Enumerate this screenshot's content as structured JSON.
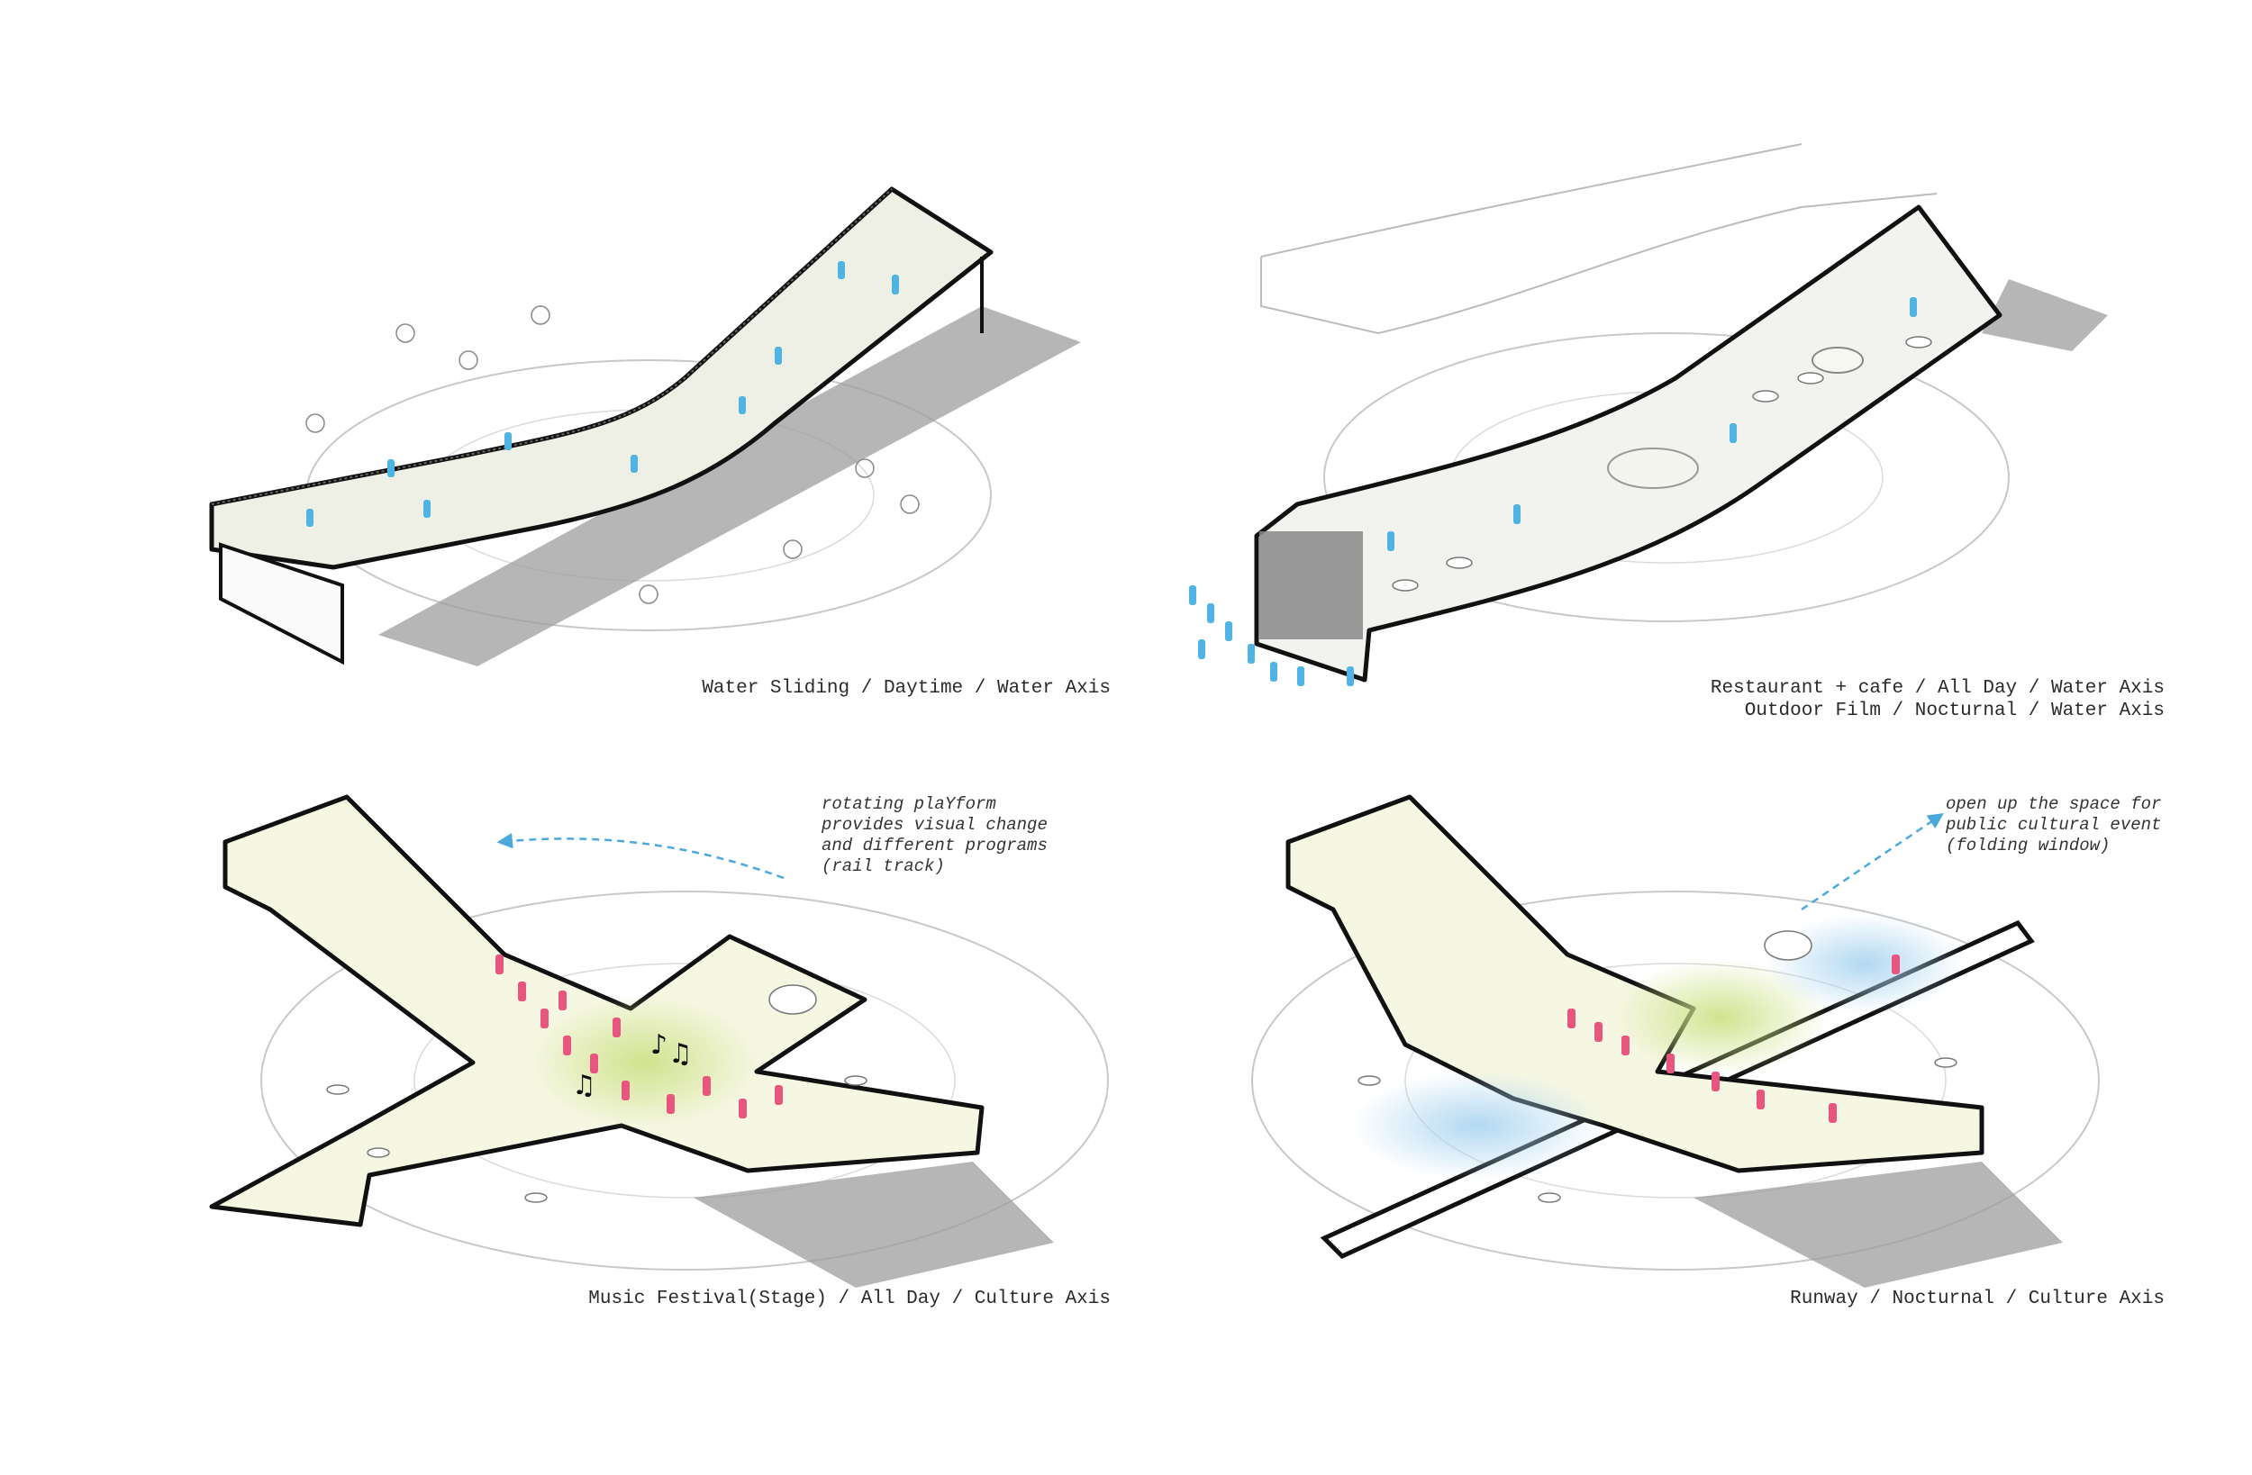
{
  "panels": [
    {
      "id": "water-sliding",
      "captions": [
        "Water Sliding / Daytime / Water Axis"
      ]
    },
    {
      "id": "restaurant-film",
      "captions": [
        "Restaurant + cafe / All Day / Water Axis",
        "Outdoor Film / Nocturnal / Water Axis"
      ]
    },
    {
      "id": "music-festival",
      "captions": [
        "Music Festival(Stage) / All Day / Culture Axis"
      ],
      "annotation": [
        "rotating plaYform",
        "provides visual change",
        "and different programs",
        "(rail track)"
      ]
    },
    {
      "id": "runway",
      "captions": [
        "Runway / Nocturnal / Culture Axis"
      ],
      "annotation": [
        "open up the space for",
        "public cultural event",
        "(folding window)"
      ]
    }
  ],
  "colors": {
    "line": "#111111",
    "light_line": "#bdbdbd",
    "deck": "#f1f3ea",
    "deck_glow": "#fbfce6",
    "shadow": "#9a9a9a",
    "water_figures": "#4fb3e3",
    "crowd_figures": "#e8567f",
    "stage_light": "#cfe28a",
    "blue_light": "#a9d4f0",
    "arrow": "#4aa9dc"
  },
  "icons": [
    "music-note-icon",
    "tree-icon",
    "person-icon",
    "table-icon",
    "arrow-icon"
  ]
}
